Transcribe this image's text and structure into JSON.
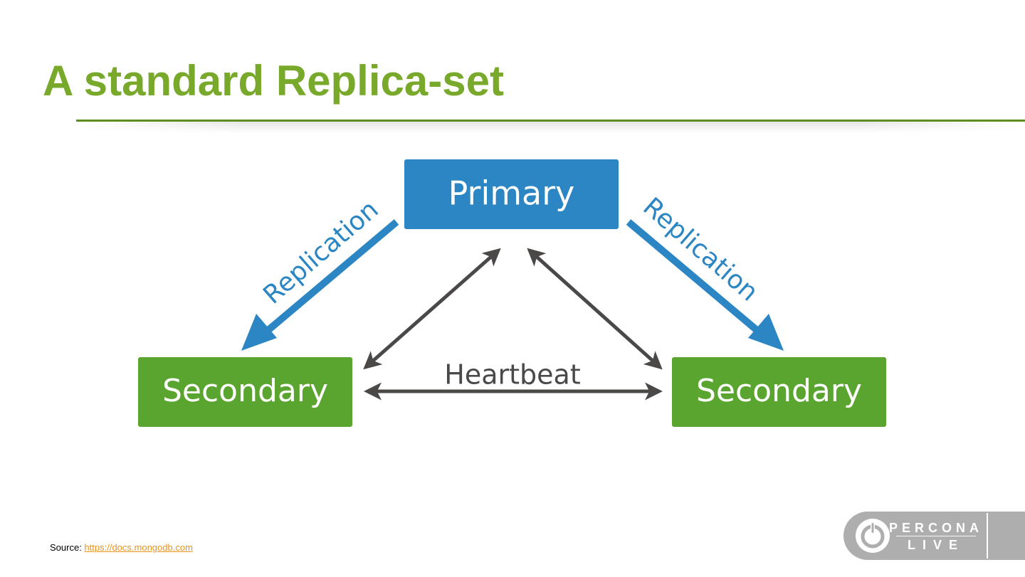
{
  "slide": {
    "title": "A standard Replica-set"
  },
  "diagram": {
    "nodes": {
      "primary": "Primary",
      "secondary_left": "Secondary",
      "secondary_right": "Secondary"
    },
    "edges": {
      "replication_left": "Replication",
      "replication_right": "Replication",
      "heartbeat": "Heartbeat"
    }
  },
  "source": {
    "label": "Source: ",
    "link_text": "https://docs.mongodb.com"
  },
  "logo": {
    "line1": "PERCONA",
    "line2": "LIVE",
    "icon": "power-button-icon"
  },
  "colors": {
    "title": "#79A92A",
    "rule": "#5E8E23",
    "primary_box": "#2B86C3",
    "secondary_box": "#5AA52F",
    "replication_arrow": "#2B86C3",
    "heartbeat_arrow": "#4B4848",
    "link": "#E8931A",
    "logo_bg": "#AEAEAE"
  }
}
